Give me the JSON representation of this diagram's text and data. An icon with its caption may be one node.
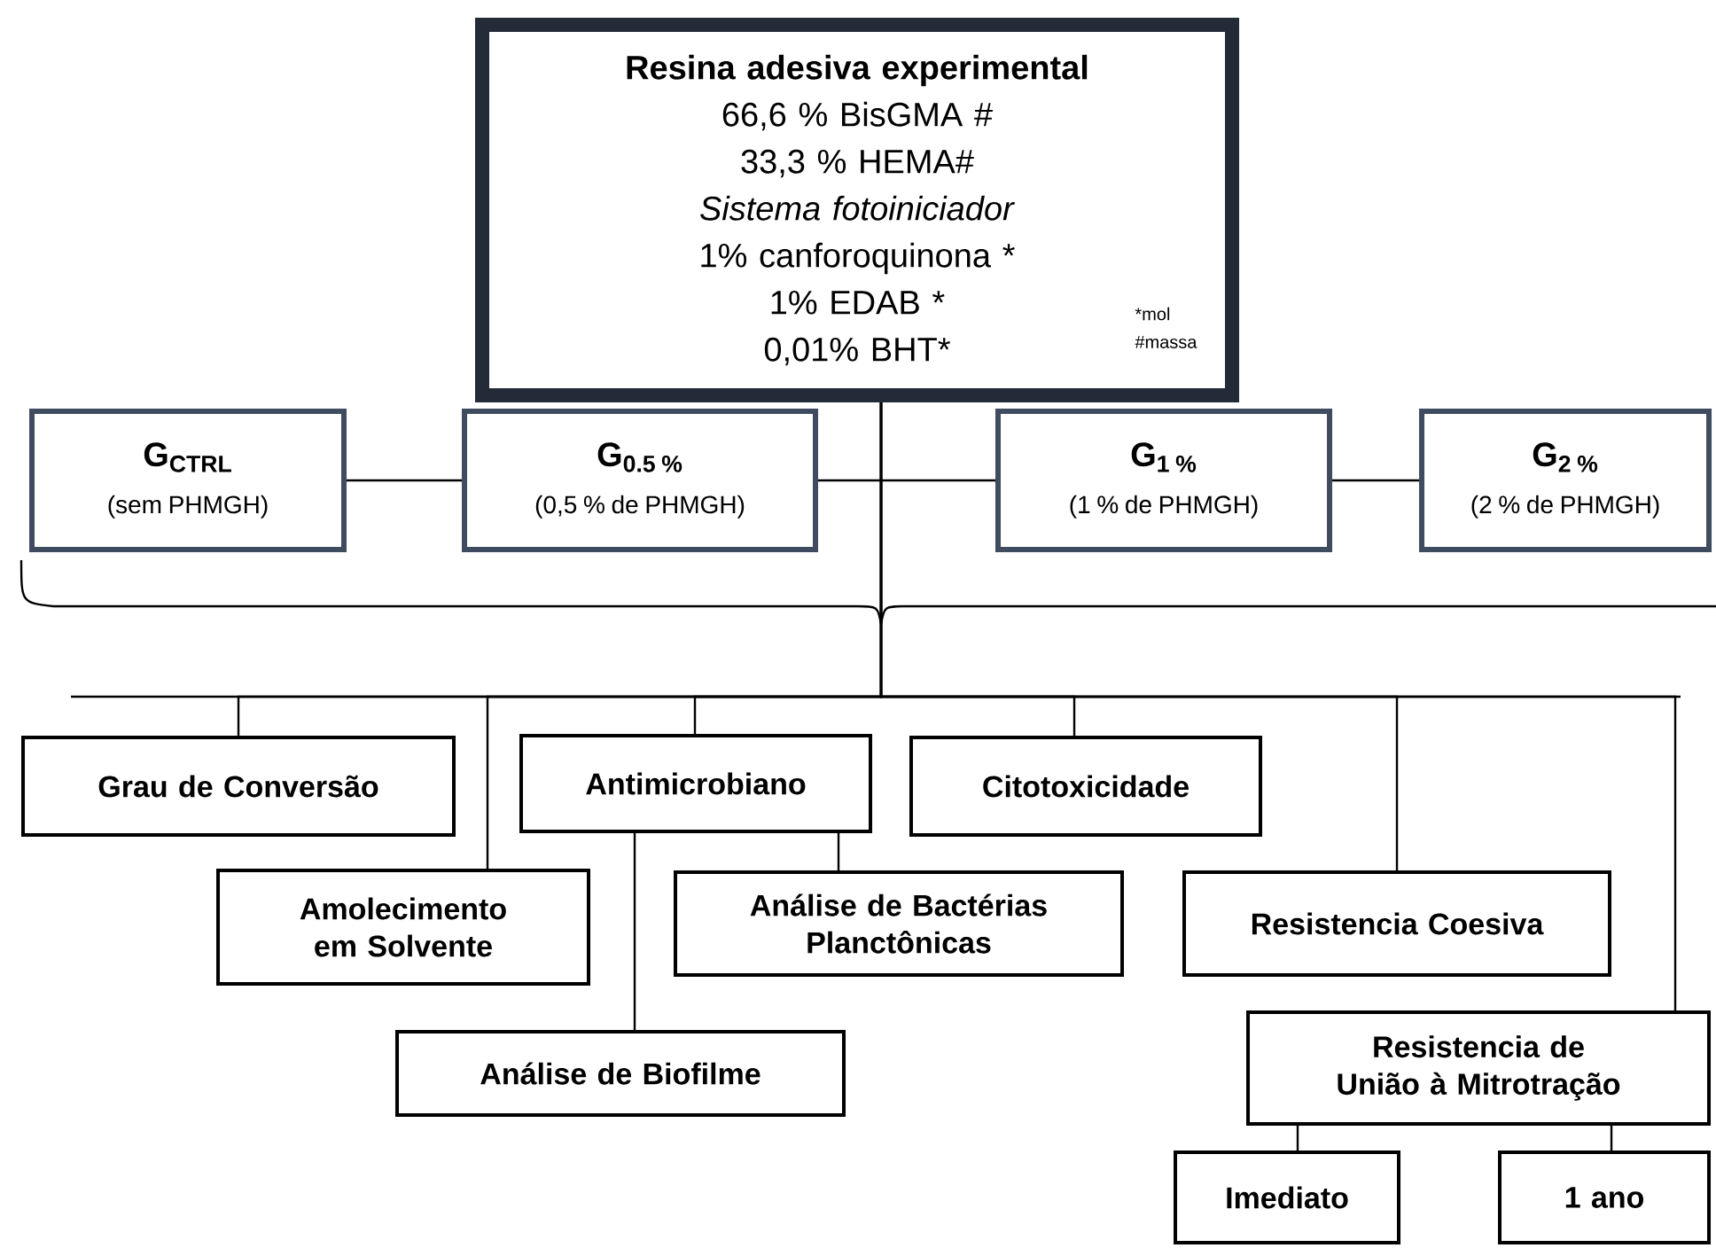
{
  "diagram": {
    "nodes": [
      {
        "text": [
          "Resina adesiva experimental",
          "66,6 % BisGMA #",
          "33,3 % HEMA#",
          "*Sistema fotoiniciador*",
          "1% canforoquinona *",
          "1% EDAB *",
          "0,01% BHT*"
        ]
      },
      {
        "text": [
          "G$_{CTRL}$",
          "(sem PHMGH)"
        ]
      },
      {
        "text": [
          "G$_{0.5 %}$",
          "(0,5 % de PHMGH)"
        ]
      },
      {
        "text": [
          "G$_{1 %}$",
          "(1 % de PHMGH)"
        ]
      },
      {
        "text": [
          "G$_{2 %}$",
          "(2 % de PHMGH)"
        ]
      },
      {
        "text": [
          "Grau de Conversão"
        ]
      },
      {
        "text": [
          "Antimicrobiano"
        ]
      },
      {
        "text": [
          "Citotoxicidade"
        ]
      },
      {
        "text": [
          "Amolecimento em Solvente"
        ]
      },
      {
        "text": [
          "Análise de Bactérias Planctônicas"
        ]
      },
      {
        "text": [
          "Resistencia Coesiva"
        ]
      },
      {
        "text": [
          "Análise de Biofilme"
        ]
      },
      {
        "text": [
          "Resistencia de União à Mitrotração"
        ]
      },
      {
        "text": [
          "Imediato"
        ]
      },
      {
        "text": [
          "1 ano"
        ]
      }
    ],
    "edges": [
      {
        "from": 1,
        "to": 2,
        "arrow": "none"
      },
      {
        "from": 2,
        "to": 3,
        "arrow": "none"
      },
      {
        "from": 3,
        "to": 4,
        "arrow": "none"
      },
      {
        "from": 0,
        "to": 5,
        "arrow": "none"
      },
      {
        "from": 0,
        "to": 8,
        "arrow": "none"
      },
      {
        "from": 0,
        "to": 6,
        "arrow": "none"
      },
      {
        "from": 0,
        "to": 7,
        "arrow": "none"
      },
      {
        "from": 0,
        "to": 10,
        "arrow": "none"
      },
      {
        "from": 0,
        "to": 12,
        "arrow": "none"
      },
      {
        "from": 6,
        "to": 9,
        "arrow": "none"
      },
      {
        "from": 6,
        "to": 11,
        "arrow": "none"
      },
      {
        "from": 12,
        "to": 13,
        "arrow": "none"
      },
      {
        "from": 12,
        "to": 14,
        "arrow": "none"
      }
    ],
    "labels": [
      "*mol",
      "#massa"
    ]
  }
}
